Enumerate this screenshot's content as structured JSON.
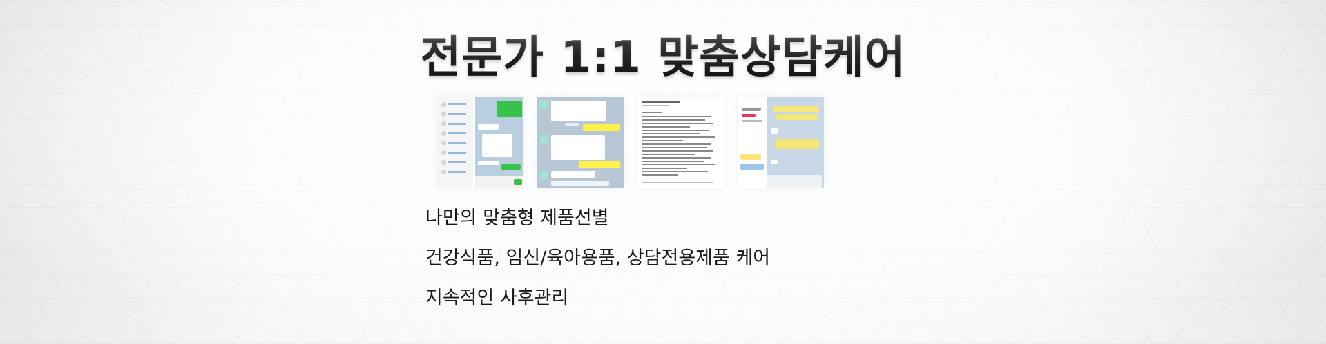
{
  "title": "전문가 1:1 맞춤상담케어",
  "thumbnails": [
    {
      "name": "chat-screenshot-1"
    },
    {
      "name": "chat-screenshot-2"
    },
    {
      "name": "document-screenshot-3"
    },
    {
      "name": "chat-screenshot-4"
    }
  ],
  "features": [
    "나만의 맞춤형 제품선별",
    "건강식품, 임신/육아용품, 상담전용제품 케어",
    "지속적인 사후관리"
  ],
  "colors": {
    "title": "#2a2a2a",
    "text": "#1a1a1a",
    "chat_green": "#39c24b",
    "chat_yellow": "#fff04a",
    "chat_bg": "#b9cfe0"
  }
}
